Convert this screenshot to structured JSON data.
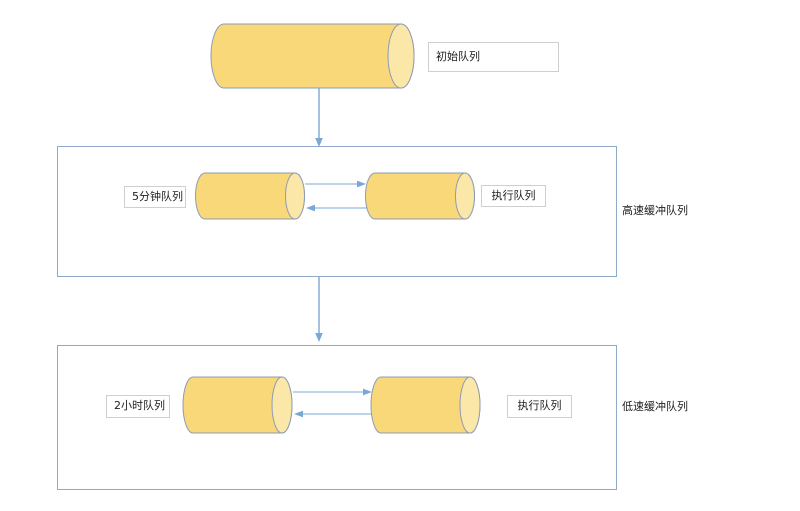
{
  "diagram": {
    "title": "queue-pipeline-diagram",
    "colors": {
      "cylinder_body": "#f8d878",
      "cylinder_cap": "#fbe7a8",
      "cylinder_stroke": "#8d9cb5",
      "group_border": "#8faac8",
      "arrow": "#7ba7d7",
      "label_border": "#cfcfcf",
      "label_background": "#ffffff",
      "text": "#202020",
      "canvas_background": "#ffffff"
    },
    "nodes": {
      "initial_queue": {
        "label": "初始队列"
      },
      "five_minute_queue": {
        "label": "5分钟队列"
      },
      "exec_queue_fast": {
        "label": "执行队列"
      },
      "two_hour_queue": {
        "label": "2小时队列"
      },
      "exec_queue_slow": {
        "label": "执行队列"
      }
    },
    "groups": {
      "fast_buffer": {
        "caption": "高速缓冲队列"
      },
      "slow_buffer": {
        "caption": "低速缓冲队列"
      }
    }
  }
}
